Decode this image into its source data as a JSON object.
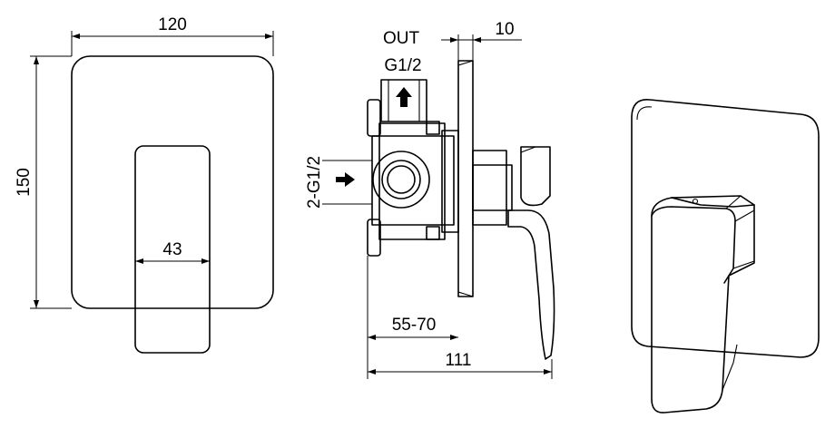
{
  "front_view": {
    "width_label": "120",
    "height_label": "150",
    "handle_width_label": "43"
  },
  "side_view": {
    "outlet_label": "OUT",
    "outlet_thread_label": "G1/2",
    "inlet_thread_label": "2-G1/2",
    "plate_thickness_label": "10",
    "wall_depth_label": "55-70",
    "total_depth_label": "111"
  }
}
